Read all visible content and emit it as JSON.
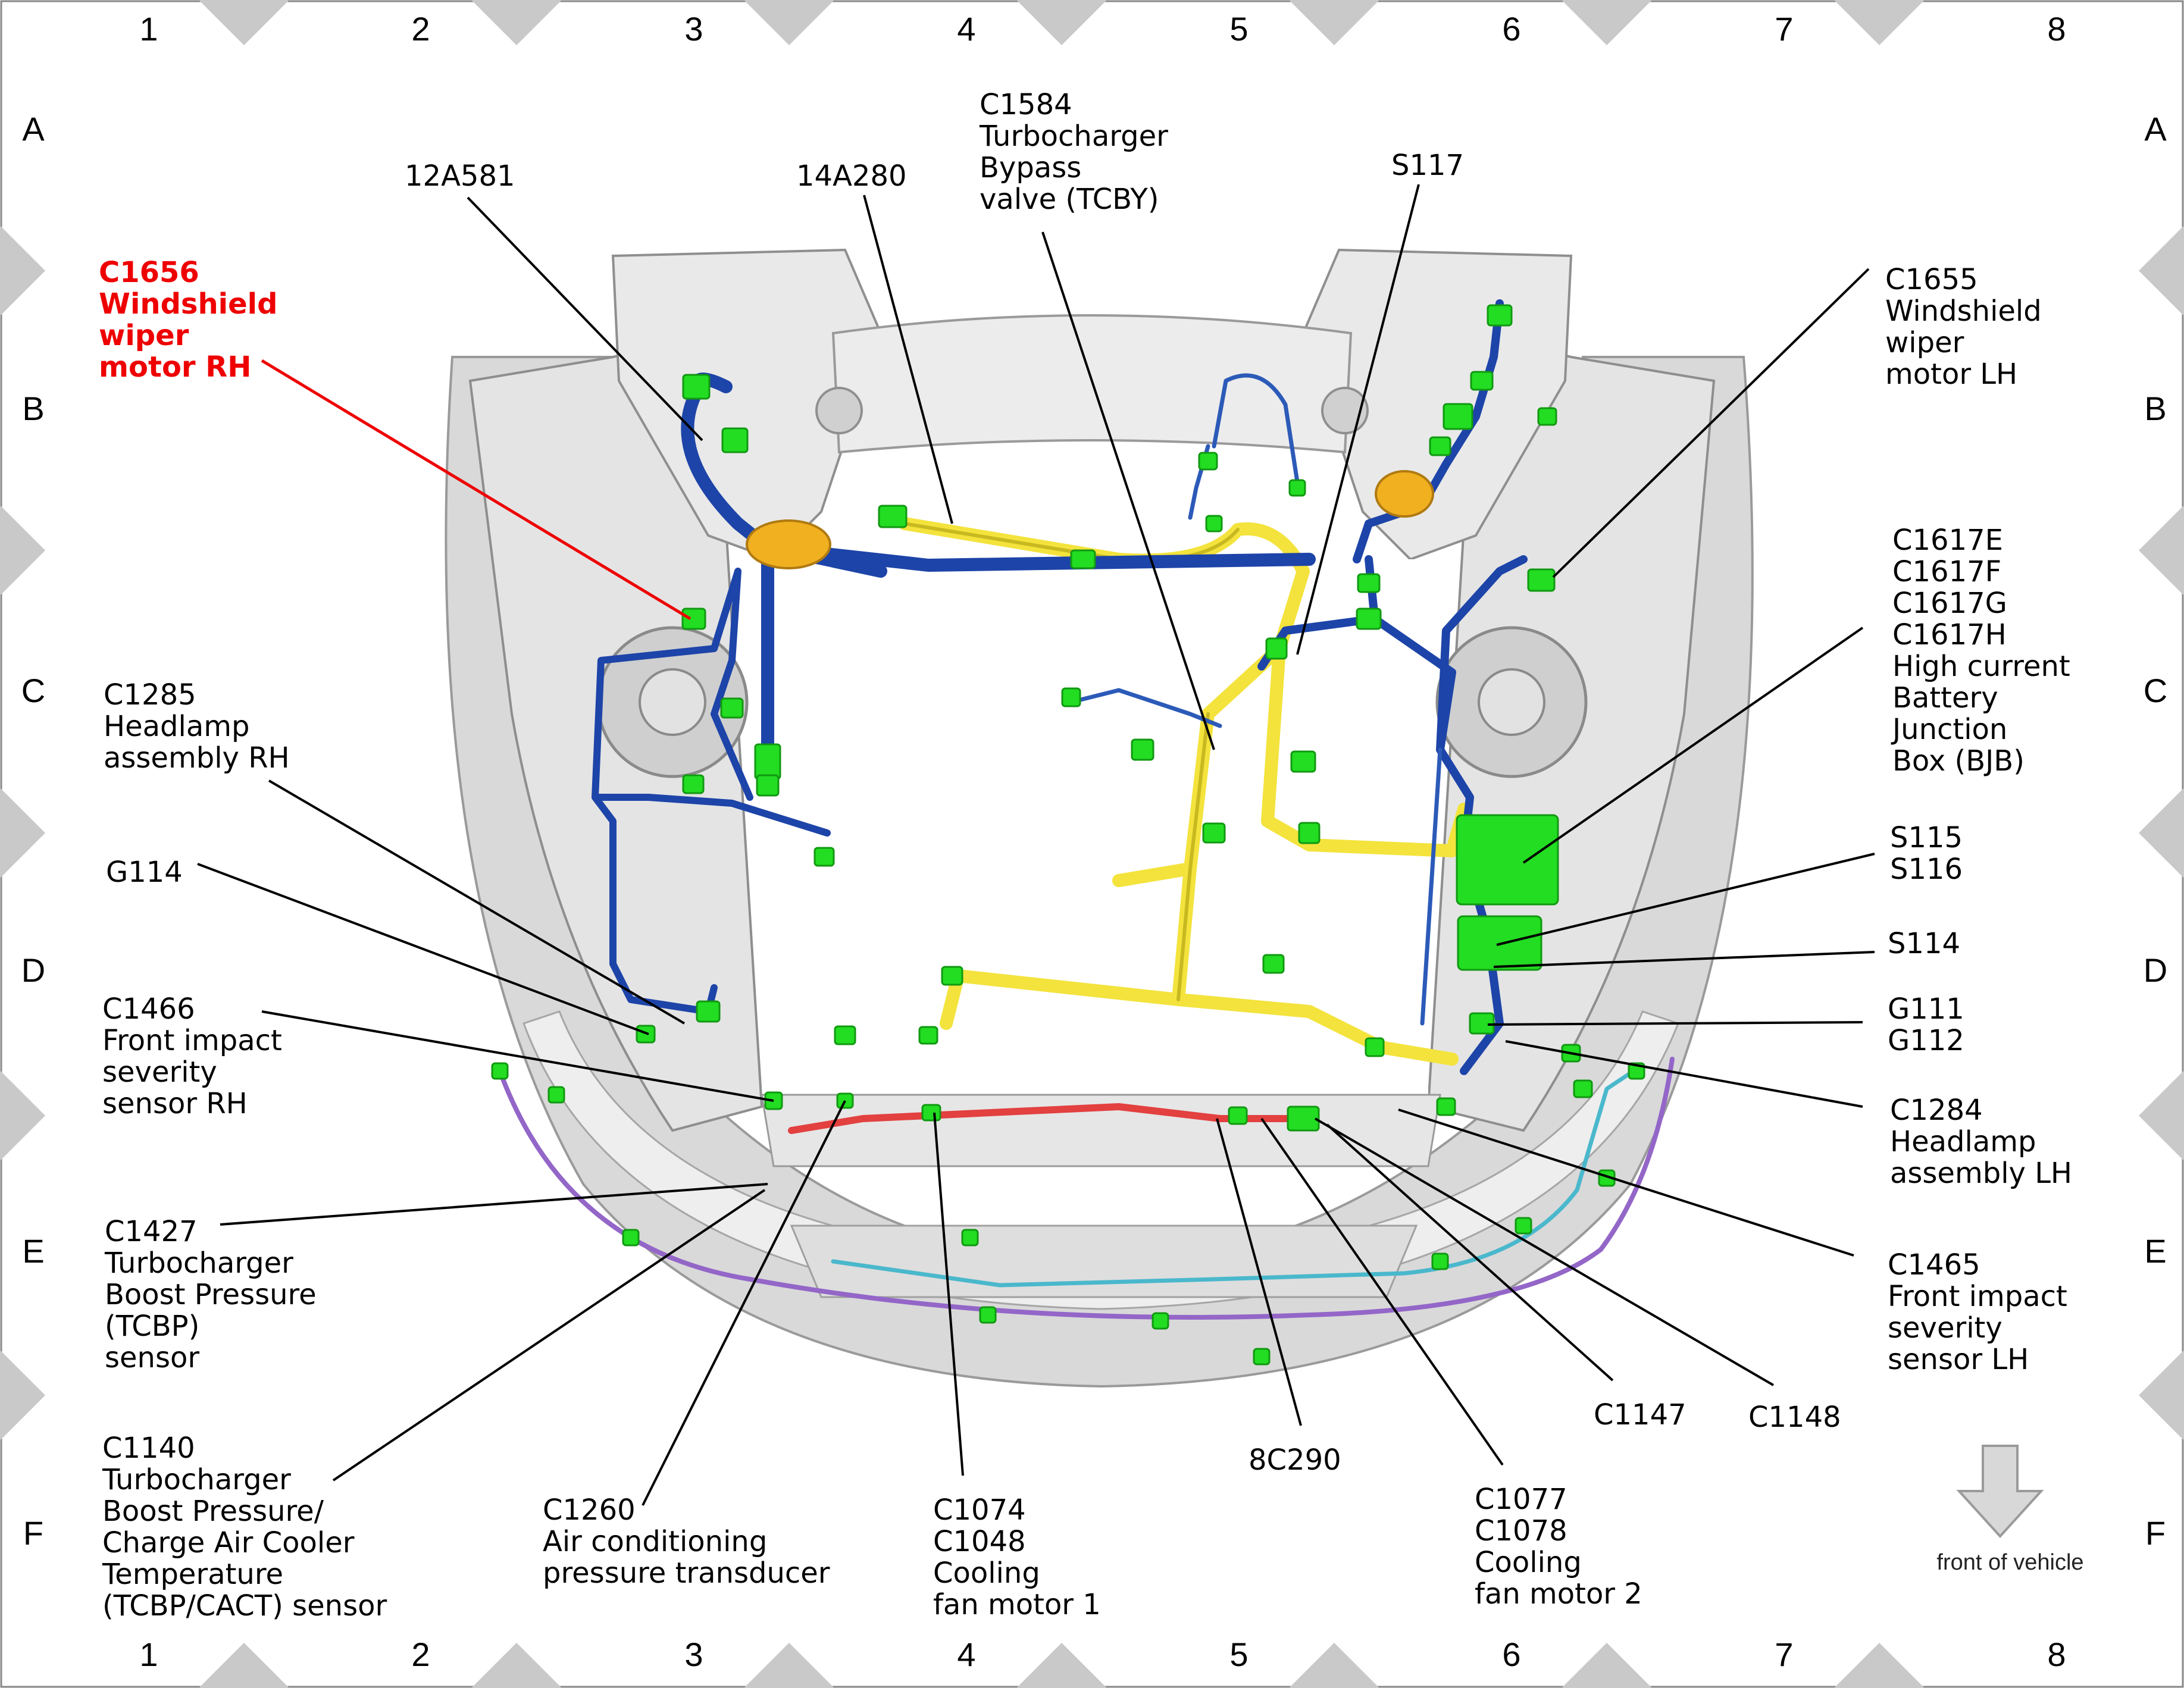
{
  "grid": {
    "columns": [
      "1",
      "2",
      "3",
      "4",
      "5",
      "6",
      "7",
      "8"
    ],
    "rows": [
      "A",
      "B",
      "C",
      "D",
      "E",
      "F"
    ]
  },
  "orientation_label": "front of vehicle",
  "colors": {
    "highlight": "#ee0000",
    "harness_blue": "#1d44a8",
    "harness_yellow": "#f3e33c",
    "connector_green": "#22dd22",
    "harness_red": "#e34040",
    "harness_purple": "#9366c8",
    "harness_cyan": "#4ab8cc",
    "body_gray": "#d9d9d9"
  },
  "callouts": {
    "c1656": {
      "lines": [
        "C1656",
        "Windshield",
        "wiper",
        "motor RH"
      ],
      "highlighted": true
    },
    "a12a581": {
      "lines": [
        "12A581"
      ]
    },
    "a14a280": {
      "lines": [
        "14A280"
      ]
    },
    "c1584": {
      "lines": [
        "C1584",
        "Turbocharger",
        "Bypass",
        "valve (TCBY)"
      ]
    },
    "s117": {
      "lines": [
        "S117"
      ]
    },
    "c1655": {
      "lines": [
        "C1655",
        "Windshield",
        "wiper",
        "motor LH"
      ]
    },
    "c1617": {
      "lines": [
        "C1617E",
        "C1617F",
        "C1617G",
        "C1617H",
        "High current",
        "Battery",
        "Junction",
        "Box (BJB)"
      ]
    },
    "c1285": {
      "lines": [
        "C1285",
        "Headlamp",
        "assembly RH"
      ]
    },
    "g114": {
      "lines": [
        "G114"
      ]
    },
    "s115": {
      "lines": [
        "S115",
        "S116"
      ]
    },
    "s114": {
      "lines": [
        "S114"
      ]
    },
    "c1466": {
      "lines": [
        "C1466",
        "Front impact",
        "severity",
        "sensor RH"
      ]
    },
    "g111": {
      "lines": [
        "G111",
        "G112"
      ]
    },
    "c1284": {
      "lines": [
        "C1284",
        "Headlamp",
        "assembly LH"
      ]
    },
    "c1427": {
      "lines": [
        "C1427",
        "Turbocharger",
        "Boost Pressure",
        "(TCBP)",
        "sensor"
      ]
    },
    "c1465": {
      "lines": [
        "C1465",
        "Front impact",
        "severity",
        "sensor LH"
      ]
    },
    "c1147": {
      "lines": [
        "C1147"
      ]
    },
    "c1148": {
      "lines": [
        "C1148"
      ]
    },
    "c1140": {
      "lines": [
        "C1140",
        "Turbocharger",
        "Boost Pressure/",
        "Charge Air Cooler",
        "Temperature",
        "(TCBP/CACT) sensor"
      ]
    },
    "c1260": {
      "lines": [
        "C1260",
        "Air conditioning",
        "pressure transducer"
      ]
    },
    "c1074": {
      "lines": [
        "C1074",
        "C1048",
        "Cooling",
        "fan motor 1"
      ]
    },
    "a8c290": {
      "lines": [
        "8C290"
      ]
    },
    "c1077": {
      "lines": [
        "C1077",
        "C1078",
        "Cooling",
        "fan motor 2"
      ]
    }
  }
}
